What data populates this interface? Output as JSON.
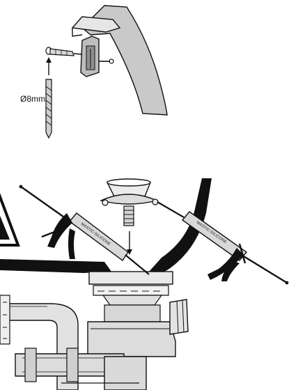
{
  "labels": {
    "drill_size": "Ø8mm",
    "tube_left": "MASTIC-SILICONE",
    "tube_right": "MASTIC-SILICONE"
  },
  "colors": {
    "line": "#111111",
    "bracket_fill": "#cfcfcf",
    "bracket_dark": "#a6a6a6",
    "tube_fill": "#d8d8d8",
    "pipe_fill": "#e2e2e2",
    "sealant": "#111111",
    "background": "#ffffff"
  }
}
